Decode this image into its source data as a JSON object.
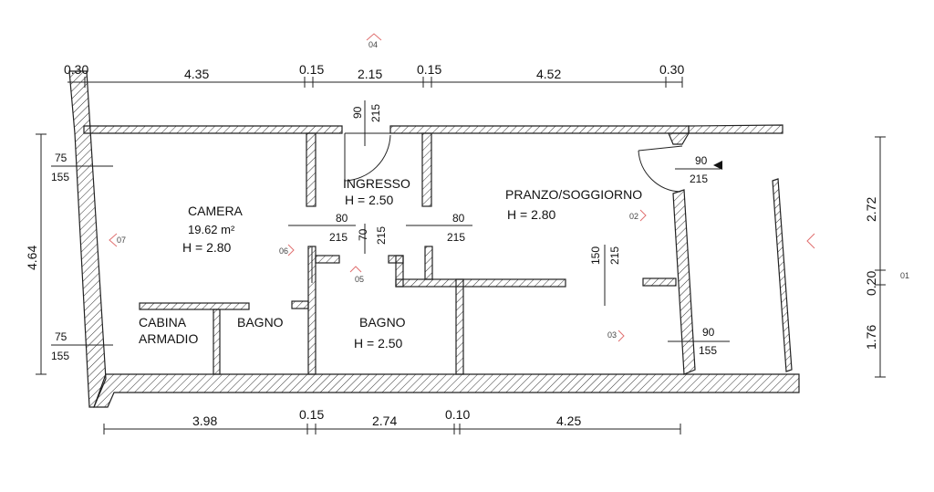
{
  "marker_04": "04",
  "marker_07": "07",
  "marker_06": "06",
  "marker_05": "05",
  "marker_02": "02",
  "marker_03": "03",
  "marker_01": "01",
  "top_dims": [
    "0.30",
    "4.35",
    "0.15",
    "2.15",
    "0.15",
    "4.52",
    "0.30"
  ],
  "bottom_dims": [
    "3.98",
    "0.15",
    "2.74",
    "0.10",
    "4.25"
  ],
  "left_dim": "4.64",
  "right_dims": [
    "2.72",
    "0.20",
    "1.76"
  ],
  "rooms": {
    "camera": {
      "name": "CAMERA",
      "area": "19.62 m²",
      "height": "H = 2.80"
    },
    "ingresso": {
      "name": "INGRESSO",
      "height": "H = 2.50"
    },
    "pranzo": {
      "name": "PRANZO/SOGGIORNO",
      "height": "H = 2.80"
    },
    "cabina": {
      "name1": "CABINA",
      "name2": "ARMADIO"
    },
    "bagno1": {
      "name": "BAGNO"
    },
    "bagno2": {
      "name": "BAGNO",
      "height": "H = 2.50"
    }
  },
  "openings": {
    "ingresso_door": {
      "w": "90",
      "h": "215"
    },
    "pranzo_door": {
      "w": "90",
      "h": "215"
    },
    "camera_door": {
      "w": "80",
      "h": "215"
    },
    "bagno_door_small": {
      "w": "70",
      "h": "215"
    },
    "bagno_door": {
      "w": "80",
      "h": "215"
    },
    "pranzo_opening": {
      "w": "150",
      "h": "215"
    },
    "win_left_top": {
      "w": "75",
      "h": "155"
    },
    "win_left_bottom": {
      "w": "75",
      "h": "155"
    },
    "win_right": {
      "w": "90",
      "h": "155"
    }
  }
}
